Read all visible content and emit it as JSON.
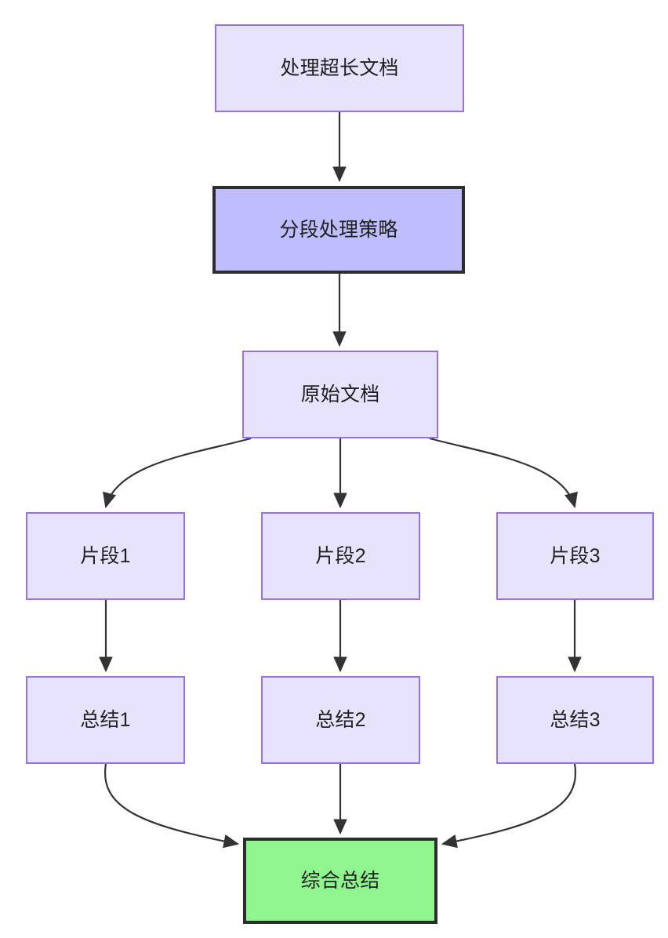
{
  "diagram": {
    "type": "flowchart",
    "direction": "top-to-bottom",
    "background_color": "#ffffff",
    "edge_color": "#333333",
    "palette": {
      "plain_fill": "#e7e3fc",
      "plain_stroke": "#9771e8",
      "highlight_fill": "#bfbdfb",
      "highlight_stroke": "#2c2d2e",
      "result_fill": "#90f58e",
      "result_stroke": "#2c2d2e",
      "text_color": "#1f2020"
    },
    "nodes": [
      {
        "id": "start",
        "label": "处理超长文档",
        "style": "plain"
      },
      {
        "id": "strategy",
        "label": "分段处理策略",
        "style": "highlight"
      },
      {
        "id": "source",
        "label": "原始文档",
        "style": "plain"
      },
      {
        "id": "frag1",
        "label": "片段1",
        "style": "plain"
      },
      {
        "id": "frag2",
        "label": "片段2",
        "style": "plain"
      },
      {
        "id": "frag3",
        "label": "片段3",
        "style": "plain"
      },
      {
        "id": "sum1",
        "label": "总结1",
        "style": "plain"
      },
      {
        "id": "sum2",
        "label": "总结2",
        "style": "plain"
      },
      {
        "id": "sum3",
        "label": "总结3",
        "style": "plain"
      },
      {
        "id": "final",
        "label": "综合总结",
        "style": "result"
      }
    ],
    "edges": [
      {
        "from": "start",
        "to": "strategy",
        "shape": "straight"
      },
      {
        "from": "strategy",
        "to": "source",
        "shape": "straight"
      },
      {
        "from": "source",
        "to": "frag1",
        "shape": "curved"
      },
      {
        "from": "source",
        "to": "frag2",
        "shape": "straight"
      },
      {
        "from": "source",
        "to": "frag3",
        "shape": "curved"
      },
      {
        "from": "frag1",
        "to": "sum1",
        "shape": "straight"
      },
      {
        "from": "frag2",
        "to": "sum2",
        "shape": "straight"
      },
      {
        "from": "frag3",
        "to": "sum3",
        "shape": "straight"
      },
      {
        "from": "sum1",
        "to": "final",
        "shape": "curved"
      },
      {
        "from": "sum2",
        "to": "final",
        "shape": "straight"
      },
      {
        "from": "sum3",
        "to": "final",
        "shape": "curved"
      }
    ]
  }
}
